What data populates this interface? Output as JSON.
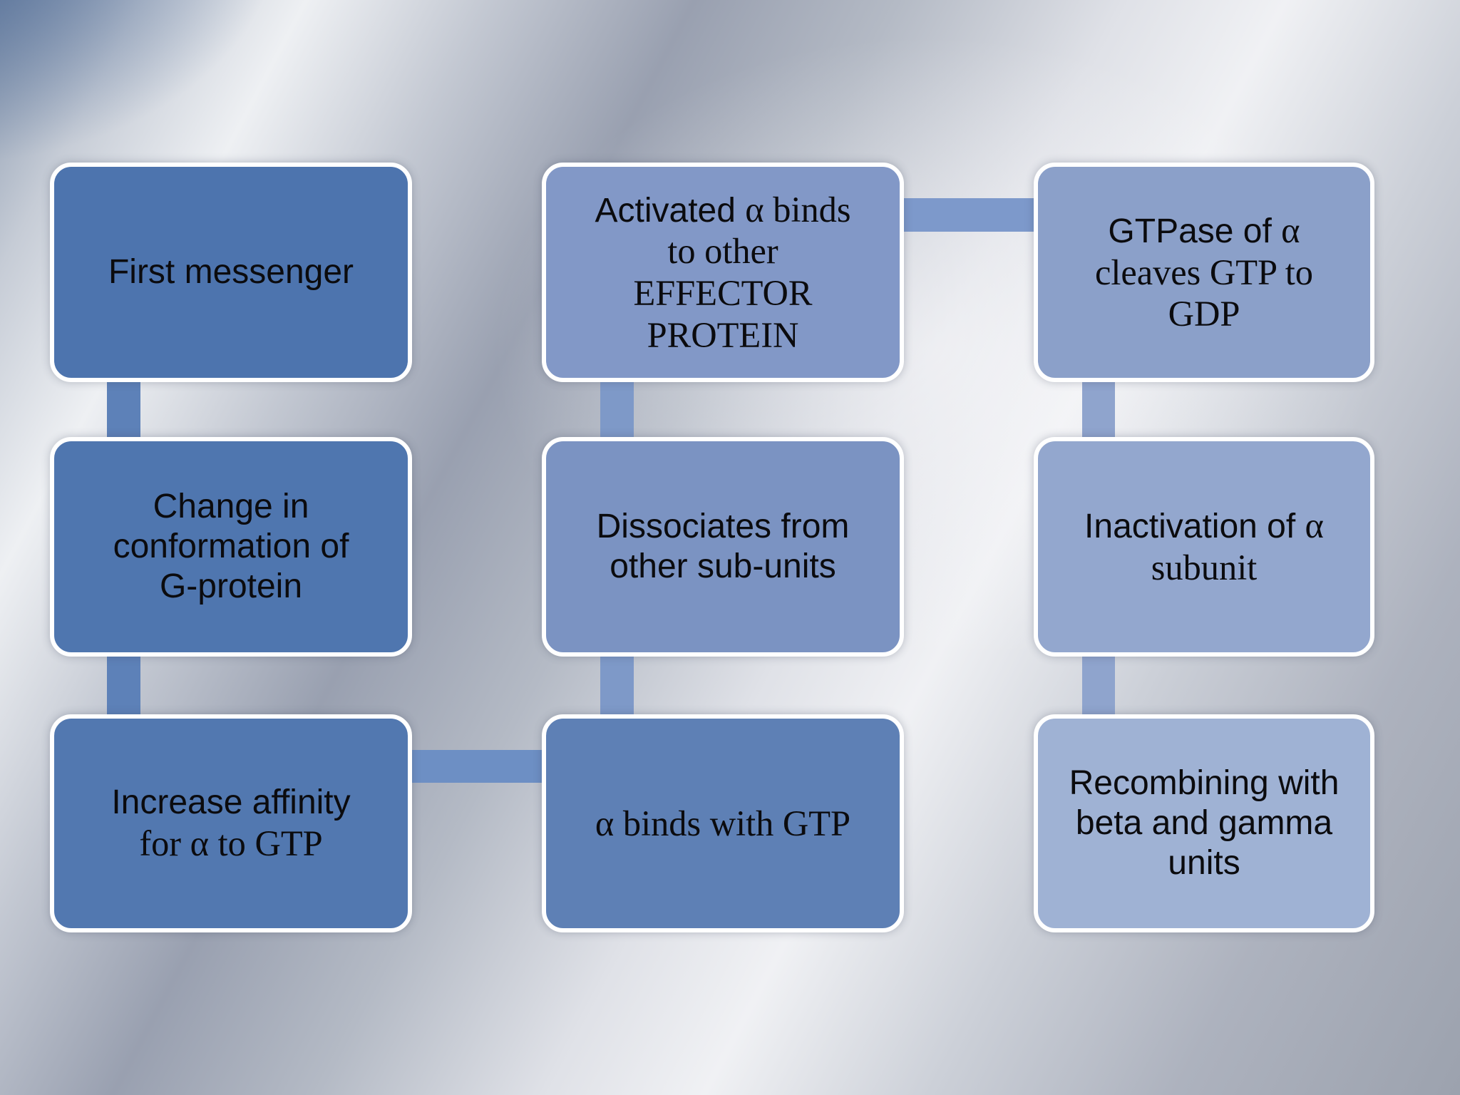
{
  "slide": {
    "title": "G-protein signaling cycle flow diagram",
    "colors": {
      "node_border": "#ffffff",
      "text": "#0b0b0e",
      "background_corner_blue": "#54719e",
      "background_silver_light": "#eff0f3",
      "background_silver_mid": "#a8aeba"
    },
    "diagram": {
      "type": "process-flow",
      "nodes": [
        {
          "id": "first-messenger",
          "fill": "#4d74ae",
          "lines": [
            [
              {
                "t": "First messenger",
                "f": "sans"
              }
            ]
          ]
        },
        {
          "id": "change-in-conformation",
          "fill": "#4f76af",
          "lines": [
            [
              {
                "t": "Change in",
                "f": "sans"
              }
            ],
            [
              {
                "t": "conformation of",
                "f": "sans"
              }
            ],
            [
              {
                "t": "G-protein",
                "f": "sans"
              }
            ]
          ]
        },
        {
          "id": "increase-affinity",
          "fill": "#5278b0",
          "lines": [
            [
              {
                "t": "Increase affinity",
                "f": "sans"
              }
            ],
            [
              {
                "t": "for α to GTP",
                "f": "serif"
              }
            ]
          ]
        },
        {
          "id": "activated-alpha-binds-effector",
          "fill": "#8298c7",
          "lines": [
            [
              {
                "t": "Activated ",
                "f": "sans"
              },
              {
                "t": "α binds",
                "f": "serif"
              }
            ],
            [
              {
                "t": "to other",
                "f": "serif"
              }
            ],
            [
              {
                "t": "EFFECTOR",
                "f": "serif"
              }
            ],
            [
              {
                "t": "PROTEIN",
                "f": "serif"
              }
            ]
          ]
        },
        {
          "id": "dissociates-from-subunits",
          "fill": "#7b93c2",
          "lines": [
            [
              {
                "t": "Dissociates from",
                "f": "sans"
              }
            ],
            [
              {
                "t": "other sub-units",
                "f": "sans"
              }
            ]
          ]
        },
        {
          "id": "alpha-binds-gtp",
          "fill": "#5e80b5",
          "lines": [
            [
              {
                "t": "α binds with GTP",
                "f": "serif"
              }
            ]
          ]
        },
        {
          "id": "gtpase-cleaves-gtp",
          "fill": "#8ba0c9",
          "lines": [
            [
              {
                "t": "GTPase of ",
                "f": "sans"
              },
              {
                "t": "α",
                "f": "serif"
              }
            ],
            [
              {
                "t": "cleaves GTP to",
                "f": "serif"
              }
            ],
            [
              {
                "t": "GDP",
                "f": "serif"
              }
            ]
          ]
        },
        {
          "id": "inactivation-alpha-subunit",
          "fill": "#93a7ce",
          "lines": [
            [
              {
                "t": "Inactivation of ",
                "f": "sans"
              },
              {
                "t": "α",
                "f": "serif"
              }
            ],
            [
              {
                "t": "subunit",
                "f": "serif"
              }
            ]
          ]
        },
        {
          "id": "recombining-beta-gamma",
          "fill": "#9fb2d4",
          "lines": [
            [
              {
                "t": "Recombining with",
                "f": "sans"
              }
            ],
            [
              {
                "t": "beta and gamma",
                "f": "sans"
              }
            ],
            [
              {
                "t": "units",
                "f": "sans"
              }
            ]
          ]
        }
      ],
      "connectors": [
        {
          "id": "conn-left-1",
          "fill": "#5d81b8",
          "from": "first-messenger",
          "to": "change-in-conformation"
        },
        {
          "id": "conn-left-2",
          "fill": "#5d81b8",
          "from": "change-in-conformation",
          "to": "increase-affinity"
        },
        {
          "id": "conn-h-bottom",
          "fill": "#6d8fc4",
          "from": "increase-affinity",
          "to": "alpha-binds-gtp"
        },
        {
          "id": "conn-mid-2",
          "fill": "#7e99c8",
          "from": "alpha-binds-gtp",
          "to": "dissociates-from-subunits"
        },
        {
          "id": "conn-mid-1",
          "fill": "#7e99c8",
          "from": "dissociates-from-subunits",
          "to": "activated-alpha-binds-effector"
        },
        {
          "id": "conn-h-top",
          "fill": "#7d99cb",
          "from": "activated-alpha-binds-effector",
          "to": "gtpase-cleaves-gtp"
        },
        {
          "id": "conn-right-1",
          "fill": "#8fa4cd",
          "from": "gtpase-cleaves-gtp",
          "to": "inactivation-alpha-subunit"
        },
        {
          "id": "conn-right-2",
          "fill": "#8fa4cd",
          "from": "inactivation-alpha-subunit",
          "to": "recombining-beta-gamma"
        }
      ]
    }
  }
}
